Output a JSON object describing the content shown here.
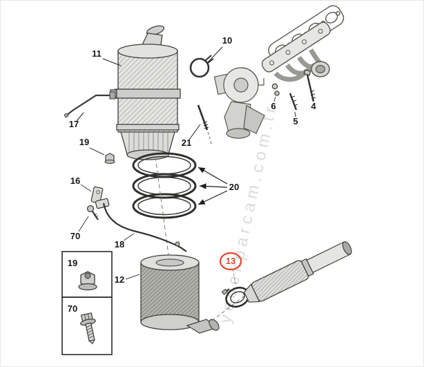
{
  "diagram": {
    "watermark": "yedekparcam.com.tr",
    "highlight_color": "#e8452b",
    "callouts": [
      {
        "id": "11",
        "part": "catalytic-converter"
      },
      {
        "id": "17",
        "part": "sensor-line"
      },
      {
        "id": "10",
        "part": "turbo-clamp"
      },
      {
        "id": "21",
        "part": "mounting-stud"
      },
      {
        "id": "6",
        "part": "manifold-nut"
      },
      {
        "id": "5",
        "part": "manifold-stud"
      },
      {
        "id": "4",
        "part": "manifold-bolt"
      },
      {
        "id": "19",
        "part": "nut"
      },
      {
        "id": "16",
        "part": "support-bracket"
      },
      {
        "id": "70",
        "part": "screw"
      },
      {
        "id": "18",
        "part": "pressure-line"
      },
      {
        "id": "20",
        "part": "seal-rings"
      },
      {
        "id": "12",
        "part": "particulate-filter"
      },
      {
        "id": "13",
        "part": "exhaust-clamp",
        "highlighted": true
      }
    ],
    "legend": [
      {
        "id": "19",
        "part": "flanged-nut"
      },
      {
        "id": "70",
        "part": "hex-screw"
      }
    ]
  }
}
